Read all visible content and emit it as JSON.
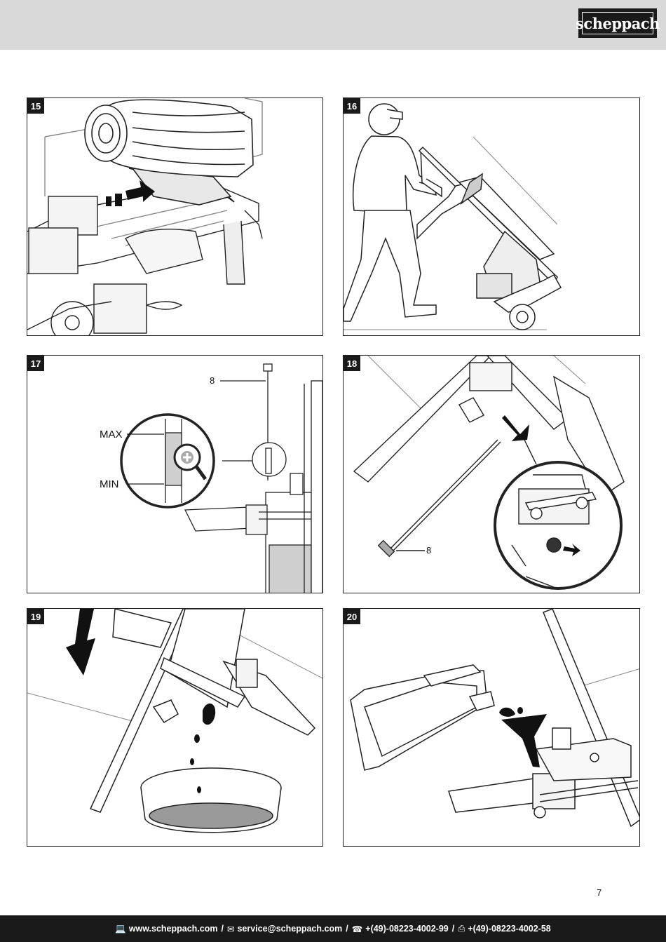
{
  "header": {
    "brand": "scheppach"
  },
  "figures": [
    {
      "number": "15"
    },
    {
      "number": "16"
    },
    {
      "number": "17",
      "labels": {
        "max": "MAX",
        "min": "MIN",
        "part": "8"
      }
    },
    {
      "number": "18",
      "labels": {
        "part": "8"
      }
    },
    {
      "number": "19"
    },
    {
      "number": "20"
    }
  ],
  "page_number": "7",
  "footer": {
    "website": "www.scheppach.com",
    "email": "service@scheppach.com",
    "phone": "+(49)-08223-4002-99",
    "fax": "+(49)-08223-4002-58"
  }
}
